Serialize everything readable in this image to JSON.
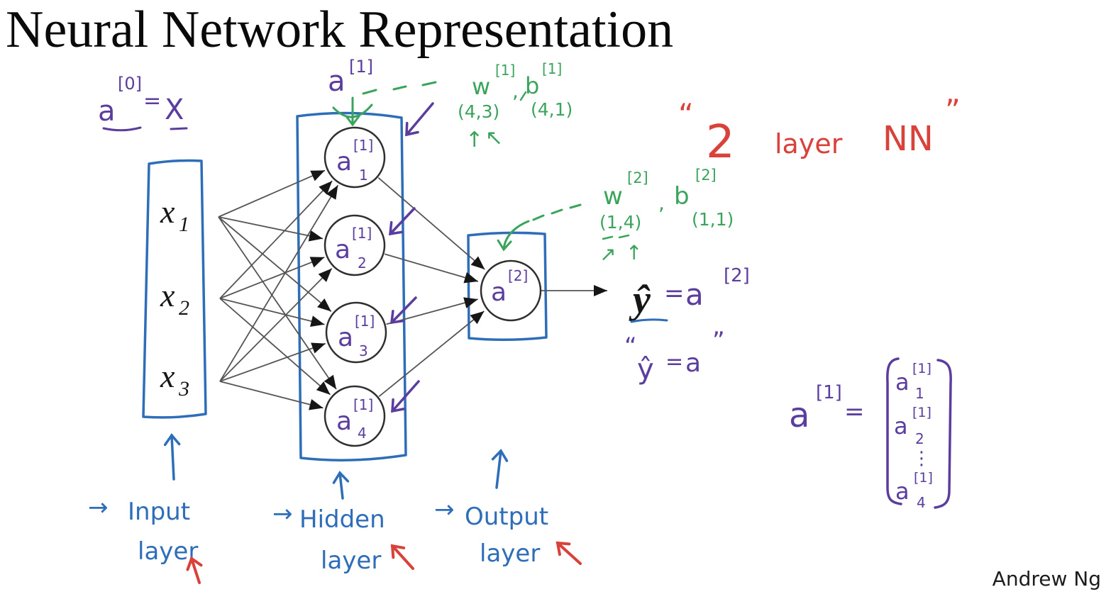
{
  "title": "Neural Network Representation",
  "author": "Andrew Ng",
  "colors": {
    "blue": "#2e6db8",
    "purple": "#5b3d9e",
    "green": "#3aa45c",
    "red": "#d8423a",
    "edge": "#555555",
    "ink": "#161616"
  },
  "eq_a0": {
    "base": "a",
    "sup": "[0]",
    "equals": "=",
    "rhs": "X"
  },
  "hidden_top_label": {
    "base": "a",
    "sup": "[1]"
  },
  "params_layer1": {
    "w": "w",
    "w_sup": "[1]",
    "comma": ",",
    "b": "b",
    "b_sup": "[1]",
    "w_dim": "(4,3)",
    "b_dim": "(4,1)",
    "arrow_left": "↑",
    "arrow_right": "↖"
  },
  "params_layer2": {
    "w": "w",
    "w_sup": "[2]",
    "comma": ",",
    "b": "b",
    "b_sup": "[2]",
    "w_dim": "(1,4)",
    "b_dim": "(1,1)",
    "arrow_left": "↗",
    "arrow_right": "↑"
  },
  "nn_note": {
    "open_quote": "“",
    "number": "2",
    "word1": "layer",
    "word2": "NN",
    "close_quote": "”"
  },
  "inputs": [
    {
      "base": "x",
      "sub": "1"
    },
    {
      "base": "x",
      "sub": "2"
    },
    {
      "base": "x",
      "sub": "3"
    }
  ],
  "hidden_units": [
    {
      "base": "a",
      "sup": "[1]",
      "sub": "1"
    },
    {
      "base": "a",
      "sup": "[1]",
      "sub": "2"
    },
    {
      "base": "a",
      "sup": "[1]",
      "sub": "3"
    },
    {
      "base": "a",
      "sup": "[1]",
      "sub": "4"
    }
  ],
  "output_unit": {
    "base": "a",
    "sup": "[2]"
  },
  "eq_yhat": {
    "lhs": "ŷ",
    "equals": "=",
    "base": "a",
    "sup": "[2]"
  },
  "eq_quote": {
    "open_quote": "“",
    "lhs": "ŷ",
    "equals": "=",
    "rhs": "a",
    "close_quote": "”"
  },
  "matrix": {
    "lhs_base": "a",
    "lhs_sup": "[1]",
    "equals": "=",
    "rows": [
      {
        "base": "a",
        "sup": "[1]",
        "sub": "1"
      },
      {
        "base": "a",
        "sup": "[1]",
        "sub": "2"
      },
      {
        "base": "a",
        "sup": "[1]",
        "sub": "4"
      }
    ],
    "dots": "⋮"
  },
  "layer_labels": {
    "input": {
      "arrow": "→",
      "line1": "Input",
      "line2": "layer"
    },
    "hidden": {
      "arrow": "→",
      "line1": "Hidden",
      "line2": "layer"
    },
    "output": {
      "arrow": "→",
      "line1": "Output",
      "line2": "layer"
    }
  }
}
